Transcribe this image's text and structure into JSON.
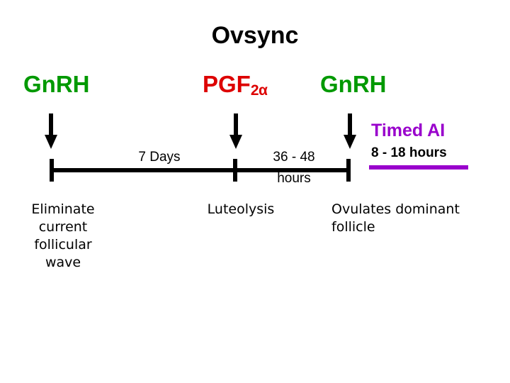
{
  "title": "Ovsync",
  "colors": {
    "gnrh_green": "#009900",
    "pgf_red": "#dd0000",
    "timed_ai_purple": "#9900cc",
    "text_black": "#000000",
    "background": "#ffffff"
  },
  "treatments": [
    {
      "name": "GnRH",
      "label": "GnRH",
      "sub": "",
      "color": "#009900"
    },
    {
      "name": "PGF2a",
      "label": "PGF",
      "sub": "2α",
      "color": "#dd0000"
    },
    {
      "name": "GnRH-2",
      "label": "GnRH",
      "sub": "",
      "color": "#009900"
    }
  ],
  "timed_ai": {
    "label": "Timed AI",
    "window": "8 - 18 hours",
    "bar_color": "#9900cc"
  },
  "intervals": [
    {
      "name": "interval-1",
      "label": "7 Days"
    },
    {
      "name": "interval-2",
      "label_top": "36 - 48",
      "label_bottom": "hours"
    }
  ],
  "notes": [
    {
      "name": "note-eliminate",
      "lines": [
        "Eliminate",
        "current",
        "follicular",
        "wave"
      ]
    },
    {
      "name": "note-luteolysis",
      "lines": [
        "Luteolysis"
      ]
    },
    {
      "name": "note-ovulates",
      "lines": [
        "Ovulates dominant",
        "follicle"
      ]
    }
  ],
  "icons": {
    "arrow": "down-arrow-icon"
  }
}
